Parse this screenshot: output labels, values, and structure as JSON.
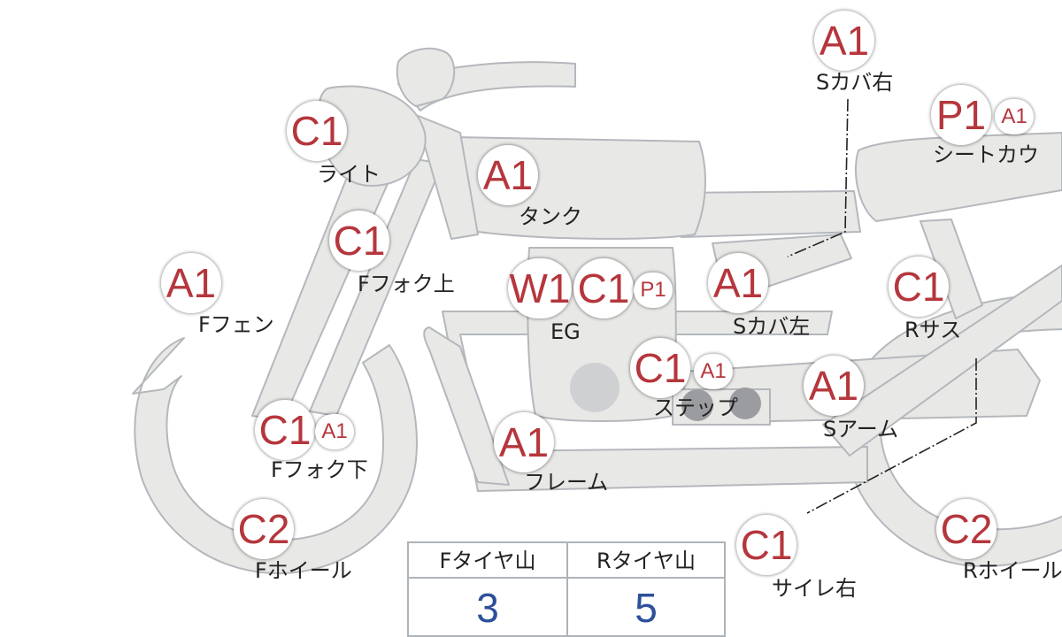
{
  "colors": {
    "body_fill": "#e8e8e6",
    "body_stroke": "#b4b8bc",
    "grade_text": "#b5363c",
    "value_text": "#2e4f9a",
    "label_text": "#222222"
  },
  "parts": [
    {
      "id": "s-cover-right",
      "label": "Sカバ右",
      "grades": [
        "A1"
      ]
    },
    {
      "id": "seat-cover",
      "label": "シートカウ",
      "grades": [
        "P1",
        "A1"
      ]
    },
    {
      "id": "light",
      "label": "ライト",
      "grades": [
        "C1"
      ]
    },
    {
      "id": "tank",
      "label": "タンク",
      "grades": [
        "A1"
      ]
    },
    {
      "id": "f-fork-upper",
      "label": "Fフォク上",
      "grades": [
        "C1"
      ]
    },
    {
      "id": "f-fender",
      "label": "Fフェン",
      "grades": [
        "A1"
      ]
    },
    {
      "id": "eg",
      "label": "EG",
      "grades": [
        "W1",
        "C1",
        "P1"
      ]
    },
    {
      "id": "s-cover-left",
      "label": "Sカバ左",
      "grades": [
        "A1"
      ]
    },
    {
      "id": "r-sus",
      "label": "Rサス",
      "grades": [
        "C1"
      ]
    },
    {
      "id": "step",
      "label": "ステップ",
      "grades": [
        "C1",
        "A1"
      ]
    },
    {
      "id": "s-arm",
      "label": "Sアーム",
      "grades": [
        "A1"
      ]
    },
    {
      "id": "f-fork-lower",
      "label": "Fフォク下",
      "grades": [
        "C1",
        "A1"
      ]
    },
    {
      "id": "frame",
      "label": "フレーム",
      "grades": [
        "A1"
      ]
    },
    {
      "id": "f-wheel",
      "label": "Fホイール",
      "grades": [
        "C2"
      ]
    },
    {
      "id": "silencer-right",
      "label": "サイレ右",
      "grades": [
        "C1"
      ]
    },
    {
      "id": "r-wheel",
      "label": "Rホイール",
      "grades": [
        "C2"
      ]
    }
  ],
  "tire_table": {
    "front_header": "Fタイヤ山",
    "rear_header": "Rタイヤ山",
    "front_value": "3",
    "rear_value": "5"
  }
}
